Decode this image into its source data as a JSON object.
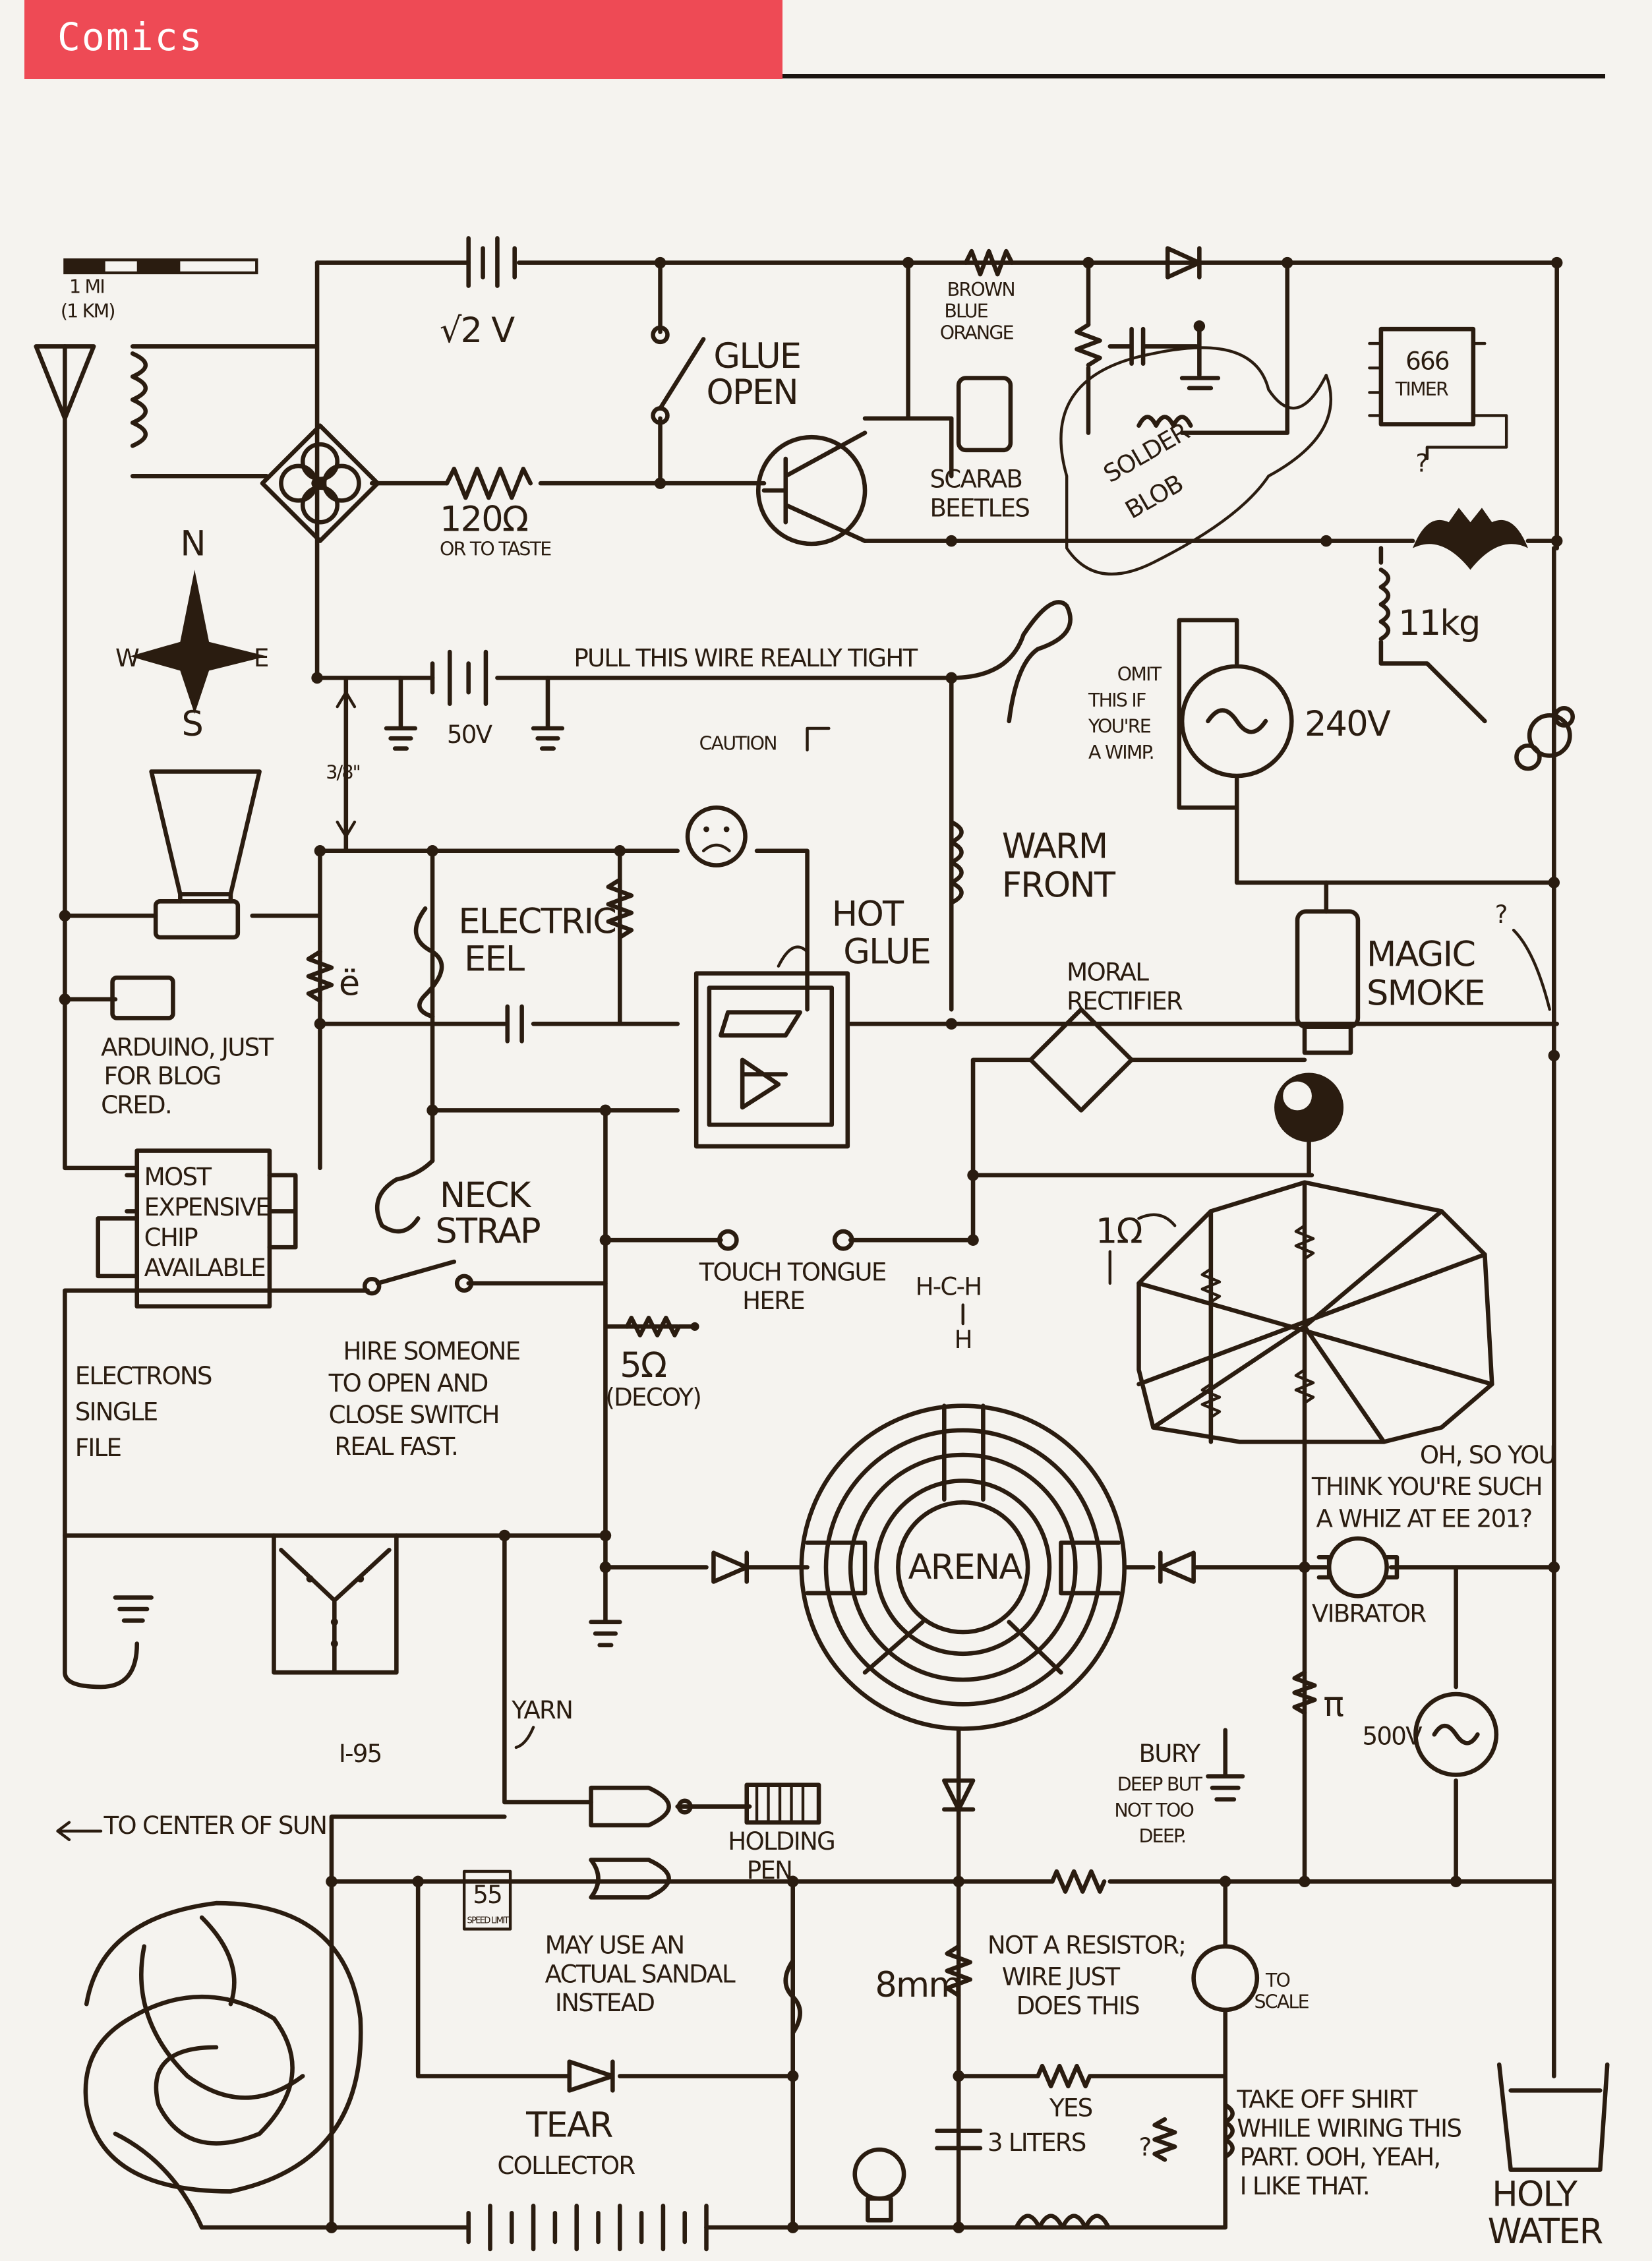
{
  "header": {
    "section": "Comics",
    "accent_color": "#ee4a55"
  },
  "scale_bar": [
    "1 MI",
    "(1 KM)"
  ],
  "labels": {
    "battery_top": "√2 V",
    "glue_switch": [
      "GLUE",
      "OPEN"
    ],
    "resistor_colors": [
      "BROWN",
      "BLUE",
      "ORANGE"
    ],
    "timer": [
      "666",
      "TIMER"
    ],
    "timer_question": "?",
    "scarab": [
      "SCARAB",
      "BEETLES"
    ],
    "solder": [
      "SOLDER",
      "BLOB"
    ],
    "resistor_120": "120Ω",
    "resistor_120_note": "OR TO TASTE",
    "compass": {
      "n": "N",
      "s": "S",
      "w": "W",
      "e": "E"
    },
    "weight": "11kg",
    "pull_wire": "PULL THIS WIRE REALLY TIGHT",
    "battery_50": "50V",
    "omit": [
      "OMIT",
      "THIS IF",
      "YOU'RE",
      "A WIMP."
    ],
    "ac_240": "240V",
    "spacing": "3/8\"",
    "caution": "CAUTION",
    "warm_front": [
      "WARM",
      "FRONT"
    ],
    "eel": [
      "ELECTRIC",
      "EEL"
    ],
    "hot_glue": [
      "HOT",
      "GLUE"
    ],
    "resistor_e": "ë",
    "arduino": [
      "ARDUINO, JUST",
      "FOR BLOG",
      "CRED."
    ],
    "moral": [
      "MORAL",
      "RECTIFIER"
    ],
    "magic_smoke": [
      "MAGIC",
      "SMOKE"
    ],
    "smoke_question": "?",
    "chip": [
      "MOST",
      "EXPENSIVE",
      "CHIP",
      "AVAILABLE"
    ],
    "neck_strap": [
      "NECK",
      "STRAP"
    ],
    "tongue": [
      "TOUCH TONGUE",
      "HERE"
    ],
    "methane": [
      "H-C-H",
      "H"
    ],
    "one_ohm": "1Ω",
    "electrons": [
      "ELECTRONS",
      "SINGLE",
      "FILE"
    ],
    "hire": [
      "HIRE SOMEONE",
      "TO OPEN AND",
      "CLOSE SWITCH",
      "REAL FAST."
    ],
    "decoy": [
      "5Ω",
      "(DECOY)"
    ],
    "whiz": [
      "OH, SO YOU",
      "THINK YOU'RE SUCH",
      "A WHIZ AT EE 201?"
    ],
    "arena": "ARENA",
    "vibrator": "VIBRATOR",
    "pi": "π",
    "ac_500": "500V",
    "yarn": "YARN",
    "highway": "I-95",
    "bury": [
      "BURY",
      "DEEP BUT",
      "NOT TOO",
      "DEEP."
    ],
    "sun": "TO CENTER OF SUN",
    "holding_pen": [
      "HOLDING",
      "PEN"
    ],
    "speed_limit": [
      "55",
      "SPEED LIMIT"
    ],
    "sandal": [
      "MAY USE AN",
      "ACTUAL SANDAL",
      "INSTEAD"
    ],
    "eight_mm": "8mm",
    "not_resistor": [
      "NOT A RESISTOR;",
      "WIRE JUST",
      "DOES THIS"
    ],
    "to_scale": [
      "TO",
      "SCALE"
    ],
    "tear": [
      "TEAR",
      "COLLECTOR"
    ],
    "yes": "YES",
    "liters": "3 LITERS",
    "inductor_question": "?",
    "shirt": [
      "TAKE OFF SHIRT",
      "WHILE WIRING THIS",
      "PART. OOH, YEAH,",
      "I LIKE THAT."
    ],
    "holy_water": [
      "HOLY",
      "WATER"
    ]
  }
}
